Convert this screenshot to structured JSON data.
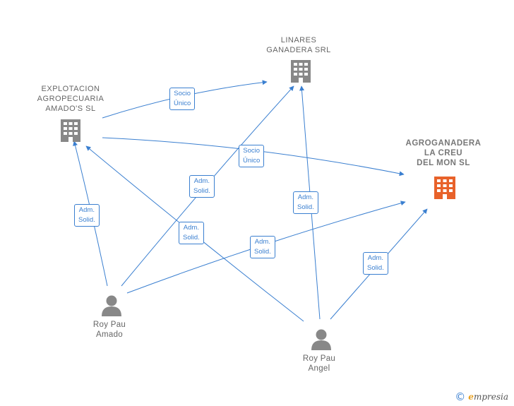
{
  "nodes": {
    "explotacion": {
      "label": "EXPLOTACION\nAGROPECUARIA\nAMADO'S  SL"
    },
    "linares": {
      "label": "LINARES\nGANADERA SRL"
    },
    "agroganadera": {
      "label": "AGROGANADERA\nLA CREU\nDEL MON  SL"
    },
    "roy_amado": {
      "label": "Roy Pau\nAmado"
    },
    "roy_angel": {
      "label": "Roy Pau\nAngel"
    }
  },
  "edges": [
    {
      "id": "e1",
      "label": "Socio\nÚnico"
    },
    {
      "id": "e2",
      "label": "Socio\nÚnico"
    },
    {
      "id": "e3",
      "label": "Adm.\nSolid."
    },
    {
      "id": "e4",
      "label": "Adm.\nSolid."
    },
    {
      "id": "e5",
      "label": "Adm.\nSolid."
    },
    {
      "id": "e6",
      "label": "Adm.\nSolid."
    },
    {
      "id": "e7",
      "label": "Adm.\nSolid."
    },
    {
      "id": "e8",
      "label": "Adm.\nSolid."
    }
  ],
  "colors": {
    "edge": "#3a7fd0",
    "company": "#888888",
    "focus_company": "#e8622a",
    "person": "#888888"
  },
  "icons": {
    "company": "building-icon",
    "person": "person-icon"
  },
  "footer": {
    "copyright": "©",
    "brand_first": "e",
    "brand_rest": "mpresia"
  }
}
